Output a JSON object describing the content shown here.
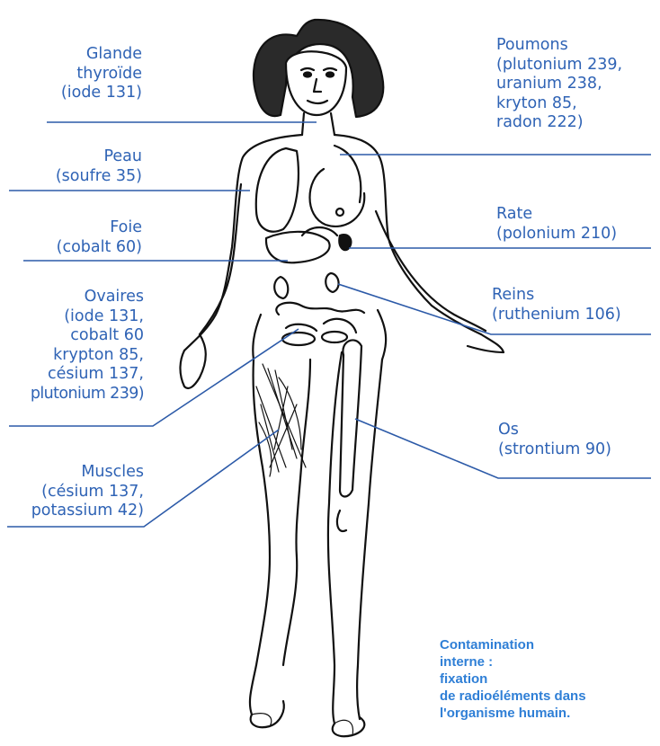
{
  "labels": {
    "thyroid": [
      "Glande",
      "thyroïde",
      "(iode 131)"
    ],
    "skin": [
      "Peau",
      "(soufre 35)"
    ],
    "liver": [
      "Foie",
      "(cobalt 60)"
    ],
    "ovaries": [
      "Ovaires",
      "(iode 131,",
      "cobalt 60",
      "krypton 85,",
      "césium 137,",
      "plutonium 239)"
    ],
    "muscles": [
      "Muscles",
      "(césium 137,",
      "potassium 42)"
    ],
    "lungs": [
      "Poumons",
      "(plutonium 239,",
      "uranium 238,",
      "kryton 85,",
      "radon 222)"
    ],
    "spleen": [
      "Rate",
      "(polonium 210)"
    ],
    "kidneys": [
      "Reins",
      "(ruthenium 106)"
    ],
    "bones": [
      "Os",
      "(strontium 90)"
    ]
  },
  "caption": [
    "Contamination",
    "interne :",
    "fixation",
    "de radioéléments dans",
    "l'organisme humain."
  ],
  "colors": {
    "label_text": "#2f63b5",
    "leader_line": "#2c5aa8",
    "caption_text": "#2f7fd6",
    "drawing": "#111111"
  }
}
